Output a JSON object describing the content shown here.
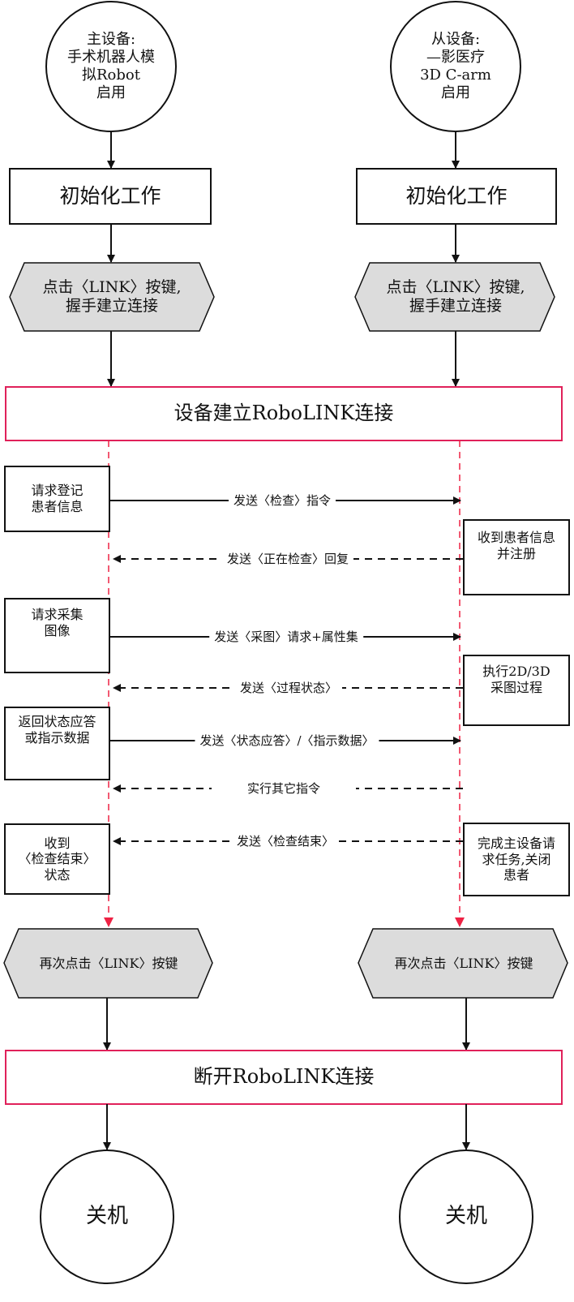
{
  "start_left": "主设备:\n手术机器人模\n拟Robot\n启用",
  "start_right": "从设备:\n—影医疗\n3D C-arm\n启用",
  "init_left": "初始化工作",
  "init_right": "初始化工作",
  "link_left": "点击〈LINK〉按键,\n握手建立连接",
  "link_right": "点击〈LINK〉按键,\n握手建立连接",
  "establish": "设备建立RoboLINK连接",
  "left_boxes": [
    "请求登记\n患者信息",
    "请求采集\n图像",
    "返回状态应答\n或指示数据",
    "收到\n〈检查结束〉\n状态"
  ],
  "right_boxes": [
    "收到患者信息\n并注册",
    "执行2D/3D\n采图过程",
    "完成主设备请\n求任务,关闭\n患者"
  ],
  "messages": [
    "发送〈检查〉指令",
    "发送〈正在检查〉回复",
    "发送〈采图〉请求+属性集",
    "发送〈过程状态〉",
    "发送〈状态应答〉/〈指示数据〉",
    "实行其它指令",
    "发送〈检查结束〉"
  ],
  "relink_left": "再次点击〈LINK〉按键",
  "relink_right": "再次点击〈LINK〉按键",
  "disconnect": "断开RoboLINK连接",
  "end_left": "关机",
  "end_right": "关机",
  "colors": {
    "line": "#111111",
    "accent": "#e0215a",
    "lifeline": "#ee2244",
    "hexfill": "#dcdcdc"
  }
}
